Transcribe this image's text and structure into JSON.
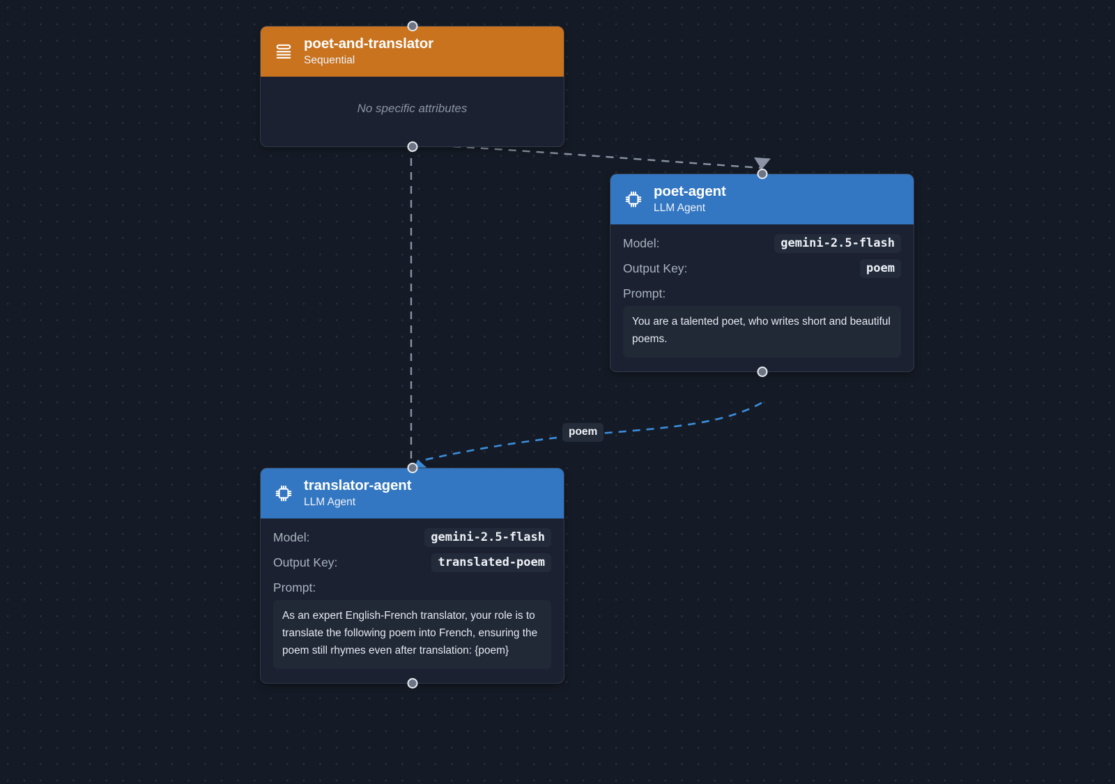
{
  "canvas": {
    "background_color": "#151b26",
    "dot_color": "#2a313e"
  },
  "nodes": [
    {
      "id": "poet-and-translator",
      "title": "poet-and-translator",
      "subtitle": "Sequential",
      "icon": "sequence-list-icon",
      "header_color": "#c9731f",
      "empty_text": "No specific attributes",
      "attributes": []
    },
    {
      "id": "poet-agent",
      "title": "poet-agent",
      "subtitle": "LLM Agent",
      "icon": "cpu-chip-icon",
      "header_color": "#3377c2",
      "attributes": [
        {
          "label": "Model:",
          "value": "gemini-2.5-flash"
        },
        {
          "label": "Output Key:",
          "value": "poem"
        }
      ],
      "prompt_label": "Prompt:",
      "prompt_text": "You are a talented poet, who writes short and beautiful poems."
    },
    {
      "id": "translator-agent",
      "title": "translator-agent",
      "subtitle": "LLM Agent",
      "icon": "cpu-chip-icon",
      "header_color": "#3377c2",
      "attributes": [
        {
          "label": "Model:",
          "value": "gemini-2.5-flash"
        },
        {
          "label": "Output Key:",
          "value": "translated-poem"
        }
      ],
      "prompt_label": "Prompt:",
      "prompt_text": "As an expert English-French translator, your role is to translate the following poem into French, ensuring the poem still rhymes even after translation: {poem}"
    }
  ],
  "edges": [
    {
      "id": "seq-to-poet",
      "from": "poet-and-translator",
      "to": "poet-agent",
      "label": "",
      "color": "#8b93a4",
      "style": "dashed"
    },
    {
      "id": "seq-to-translator",
      "from": "poet-and-translator",
      "to": "translator-agent",
      "label": "",
      "color": "#8b93a4",
      "style": "dashed"
    },
    {
      "id": "poet-to-translator",
      "from": "poet-agent",
      "to": "translator-agent",
      "label": "poem",
      "color": "#3b8ede",
      "style": "dashed"
    }
  ]
}
